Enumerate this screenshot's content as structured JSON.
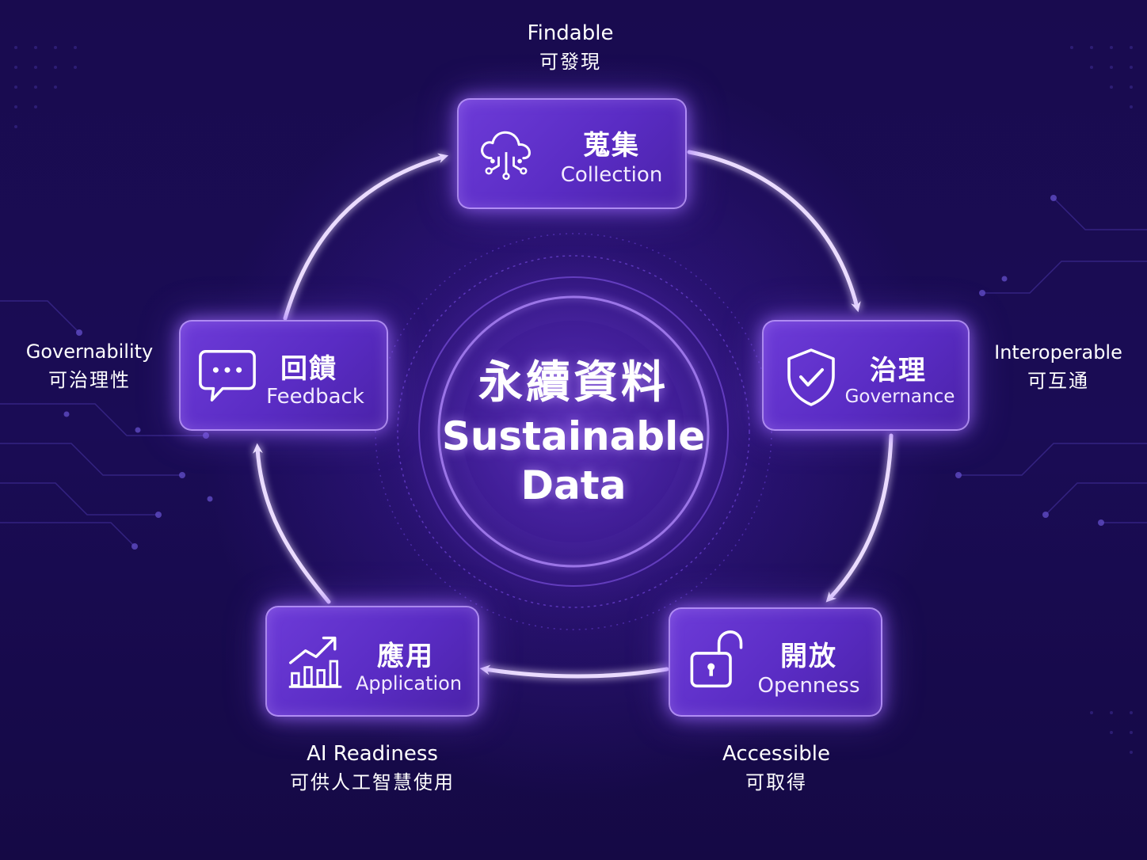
{
  "center": {
    "title_zh": "永續資料",
    "title_en_line1": "Sustainable",
    "title_en_line2": "Data"
  },
  "stages": {
    "collection": {
      "zh": "蒐集",
      "en": "Collection",
      "icon": "cloud-network-icon"
    },
    "governance": {
      "zh": "治理",
      "en": "Governance",
      "icon": "shield-check-icon"
    },
    "openness": {
      "zh": "開放",
      "en": "Openness",
      "icon": "unlocked-padlock-icon"
    },
    "application": {
      "zh": "應用",
      "en": "Application",
      "icon": "bar-chart-growth-icon"
    },
    "feedback": {
      "zh": "回饋",
      "en": "Feedback",
      "icon": "chat-bubble-icon"
    }
  },
  "principles": {
    "findable": {
      "en": "Findable",
      "zh": "可發現"
    },
    "interoperable": {
      "en": "Interoperable",
      "zh": "可互通"
    },
    "accessible": {
      "en": "Accessible",
      "zh": "可取得"
    },
    "ai_readiness": {
      "en": "AI Readiness",
      "zh": "可供人工智慧使用"
    },
    "governability": {
      "en": "Governability",
      "zh": "可治理性"
    }
  },
  "colors": {
    "background": "#1a0c55",
    "card": "#5a2cc4",
    "card_border": "#c8aaff",
    "arrow": "#ebdcff",
    "glow": "#9b6bff"
  }
}
